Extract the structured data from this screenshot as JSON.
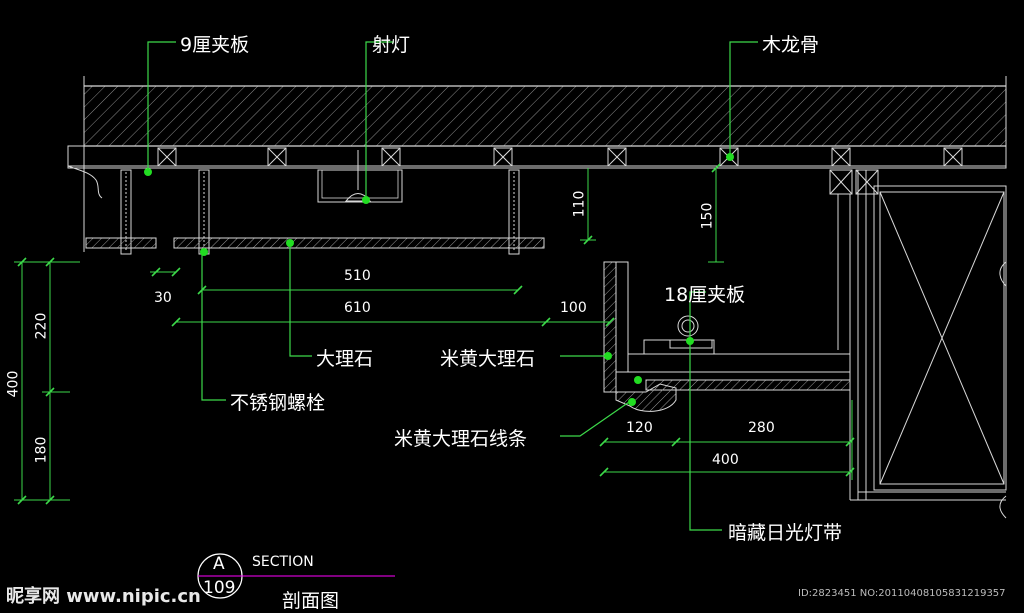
{
  "colors": {
    "background": "#000000",
    "lines": "#d9d9d9",
    "leaders": "#3cd94a",
    "dots": "#22dd22",
    "text": "#ffffff"
  },
  "labels": {
    "plywood9": "9厘夹板",
    "spotlight": "射灯",
    "wood_keel": "木龙骨",
    "marble": "大理石",
    "stainless_bolt": "不锈钢螺栓",
    "plywood18": "18厘夹板",
    "beige_marble": "米黄大理石",
    "beige_marble_molding": "米黄大理石线条",
    "hidden_light": "暗藏日光灯带"
  },
  "dimensions": {
    "d110": "110",
    "d150": "150",
    "d510": "510",
    "d30": "30",
    "d610": "610",
    "d100": "100",
    "d220": "220",
    "d400v": "400",
    "d180": "180",
    "d120": "120",
    "d280": "280",
    "d400": "400"
  },
  "section": {
    "letter": "A",
    "number": "109",
    "title": "SECTION",
    "subtitle": "剖面图"
  },
  "watermark": {
    "logo": "昵享网 www.nipic.cn",
    "id_text": "ID:2823451 NO:20110408105831219357"
  }
}
